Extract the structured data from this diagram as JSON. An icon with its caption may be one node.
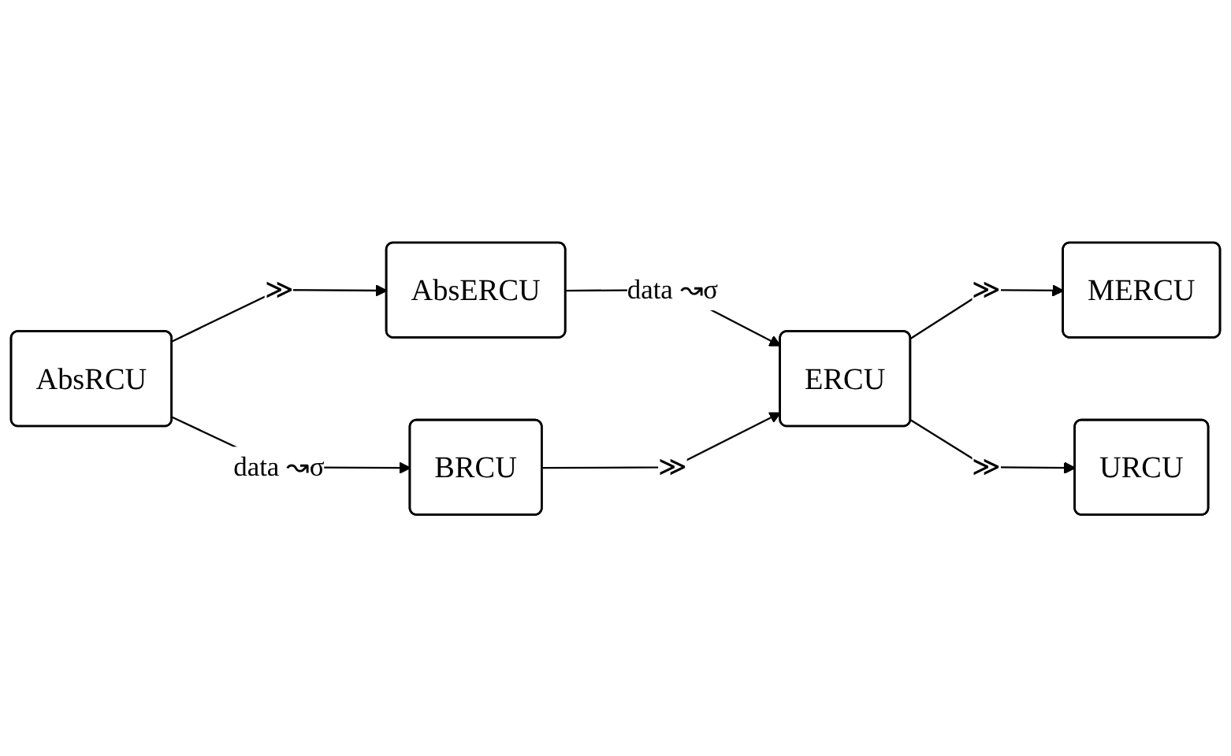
{
  "diagram": {
    "nodes": [
      {
        "text": [
          "AbsRCU"
        ]
      },
      {
        "text": [
          "AbsERCU"
        ]
      },
      {
        "text": [
          "BRCU"
        ]
      },
      {
        "text": [
          "ERCU"
        ]
      },
      {
        "text": [
          "MERCU"
        ]
      },
      {
        "text": [
          "URCU"
        ]
      }
    ],
    "edges": [
      {
        "from": 0,
        "to": 1,
        "arrow": "to",
        "label": "≫"
      },
      {
        "from": 0,
        "to": 2,
        "arrow": "to",
        "label": "data ↝σ"
      },
      {
        "from": 1,
        "to": 3,
        "arrow": "to",
        "label": "data ↝σ"
      },
      {
        "from": 2,
        "to": 3,
        "arrow": "to",
        "label": "≫"
      },
      {
        "from": 3,
        "to": 4,
        "arrow": "to",
        "label": "≫"
      },
      {
        "from": 3,
        "to": 5,
        "arrow": "to",
        "label": "≫"
      }
    ]
  }
}
